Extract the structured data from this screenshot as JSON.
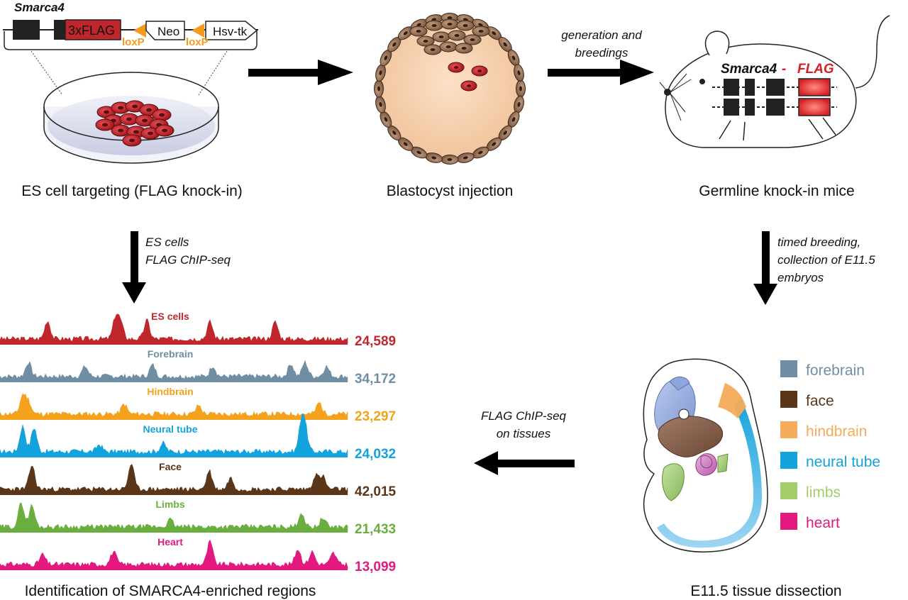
{
  "construct": {
    "gene": "Smarca4",
    "tag": "3xFLAG",
    "cassette1": "Neo",
    "cassette2": "Hsv-tk",
    "loxp1": "loxP",
    "loxp2": "loxP"
  },
  "stages": {
    "es_targeting": "ES cell targeting (FLAG knock-in)",
    "blastocyst": "Blastocyst injection",
    "germline": "Germline knock-in mice",
    "enriched": "Identification of SMARCA4-enriched regions",
    "dissection": "E11.5 tissue dissection"
  },
  "steps": {
    "generation": [
      "generation and",
      "breedings"
    ],
    "es_chip": [
      "ES cells",
      "FLAG ChIP-seq"
    ],
    "timed": [
      "timed breeding,",
      "collection of E11.5",
      "embryos"
    ],
    "tissue_chip": [
      "FLAG ChIP-seq",
      "on tissues"
    ]
  },
  "mouse_label": {
    "gene": "Smarca4",
    "dash": "-",
    "tag": "FLAG"
  },
  "tracks": [
    {
      "name": "ES cells",
      "count": "24,589",
      "color": "#c0272d",
      "seed": 3,
      "peaks": [
        [
          67,
          26
        ],
        [
          163,
          30
        ],
        [
          170,
          22
        ],
        [
          207,
          26
        ],
        [
          296,
          24
        ],
        [
          388,
          24
        ]
      ]
    },
    {
      "name": "Forebrain",
      "count": "34,172",
      "color": "#6f8ea3",
      "seed": 7,
      "peaks": [
        [
          40,
          20
        ],
        [
          120,
          14
        ],
        [
          215,
          16
        ],
        [
          300,
          15
        ],
        [
          410,
          18
        ],
        [
          430,
          20
        ],
        [
          460,
          14
        ]
      ]
    },
    {
      "name": "Hindbrain",
      "count": "23,297",
      "color": "#f4a11e",
      "seed": 11,
      "peaks": [
        [
          32,
          26
        ],
        [
          40,
          18
        ],
        [
          175,
          14
        ],
        [
          280,
          12
        ],
        [
          450,
          16
        ]
      ]
    },
    {
      "name": "Neural tube",
      "count": "24,032",
      "color": "#12a2dc",
      "seed": 17,
      "peaks": [
        [
          32,
          36
        ],
        [
          48,
          34
        ],
        [
          140,
          10
        ],
        [
          230,
          12
        ],
        [
          425,
          38
        ],
        [
          430,
          30
        ]
      ]
    },
    {
      "name": "Face",
      "count": "42,015",
      "color": "#5a3517",
      "seed": 23,
      "peaks": [
        [
          45,
          34
        ],
        [
          185,
          36
        ],
        [
          295,
          26
        ],
        [
          325,
          16
        ],
        [
          445,
          20
        ],
        [
          455,
          18
        ]
      ]
    },
    {
      "name": "Limbs",
      "count": "21,433",
      "color": "#6aae3f",
      "seed": 29,
      "peaks": [
        [
          30,
          34
        ],
        [
          45,
          30
        ],
        [
          240,
          10
        ],
        [
          425,
          20
        ],
        [
          455,
          12
        ]
      ]
    },
    {
      "name": "Heart",
      "count": "13,099",
      "color": "#e2197e",
      "seed": 31,
      "peaks": [
        [
          60,
          14
        ],
        [
          160,
          18
        ],
        [
          296,
          32
        ],
        [
          420,
          22
        ],
        [
          440,
          18
        ],
        [
          470,
          16
        ]
      ]
    }
  ],
  "legend": [
    {
      "label": "forebrain",
      "color": "#6f8ea3"
    },
    {
      "label": "face",
      "color": "#5a3517"
    },
    {
      "label": "hindbrain",
      "color": "#f4ab5b"
    },
    {
      "label": "neural tube",
      "color": "#12a2dc"
    },
    {
      "label": "limbs",
      "color": "#a3cc6a"
    },
    {
      "label": "heart",
      "color": "#e2197e"
    }
  ],
  "colors": {
    "cell_red": "#c0272d",
    "embryo_tan": "#f6cfae",
    "trophoblast": "#9a7458",
    "loxp": "#f39a1f",
    "flag_red": "#d61f26"
  }
}
